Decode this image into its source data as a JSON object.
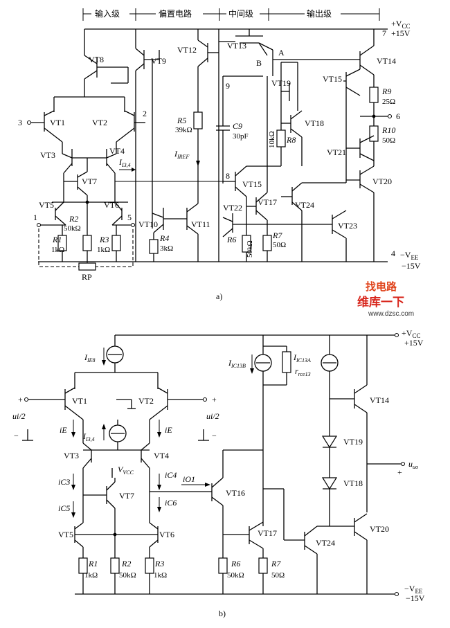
{
  "diagram_a": {
    "caption": "a)",
    "stage_headers": [
      "输入级",
      "偏置电路",
      "中间级",
      "输出级"
    ],
    "supply_pos": "+V",
    "supply_pos_sub": "CC",
    "supply_pos_val": "+15V",
    "supply_neg": "−V",
    "supply_neg_sub": "EE",
    "supply_neg_val": "−15V",
    "pins": [
      "3",
      "2",
      "1",
      "5",
      "6",
      "4",
      "7",
      "8",
      "9"
    ],
    "transistors": [
      "VT1",
      "VT2",
      "VT3",
      "VT4",
      "VT5",
      "VT6",
      "VT7",
      "VT8",
      "VT9",
      "VT10",
      "VT11",
      "VT12",
      "VT13",
      "VT14",
      "VT15",
      "VT16",
      "VT17",
      "VT18",
      "VT19",
      "VT20",
      "VT21",
      "VT22",
      "VT23",
      "VT24"
    ],
    "nodes": [
      "A",
      "B",
      "RP"
    ],
    "labels": {
      "r1": "R1",
      "r1v": "1kΩ",
      "r2": "R2",
      "r2v": "50kΩ",
      "r3": "R3",
      "r3v": "1kΩ",
      "r4": "R4",
      "r4v": "3kΩ",
      "r5": "R5",
      "r5v": "39kΩ",
      "r6": "R6",
      "r6v": "50kΩ",
      "r7": "R7",
      "r7v": "50Ω",
      "r8": "R8",
      "r8v": "10kΩ",
      "r9": "R9",
      "r9v": "25Ω",
      "r10": "R10",
      "r10v": "50Ω",
      "c9": "C9",
      "c9v": "30pF",
      "i34": "I3,4",
      "iref": "IREF"
    }
  },
  "diagram_b": {
    "caption": "b)",
    "supply_pos": "+V",
    "supply_pos_sub": "CC",
    "supply_pos_val": "+15V",
    "supply_neg": "−V",
    "supply_neg_sub": "EE",
    "supply_neg_val": "−15V",
    "transistors": [
      "VT1",
      "VT2",
      "VT3",
      "VT4",
      "VT5",
      "VT6",
      "VT7",
      "VT14",
      "VT16",
      "VT17",
      "VT18",
      "VT19",
      "VT20",
      "VT24"
    ],
    "labels": {
      "ie8": "IE8",
      "i34": "I3,4",
      "ic13b": "IC13B",
      "ic13a": "IC13A",
      "rce13": "rce13",
      "vcc_small": "VCC",
      "ui_left": "ui/2",
      "ui_right": "ui/2",
      "uo": "uo",
      "ie_l": "iE",
      "ie_r": "iE",
      "ic3": "iC3",
      "ic5": "iC5",
      "ic4": "iC4",
      "ic6": "iC6",
      "io1": "iO1",
      "r1": "R1",
      "r1v": "1kΩ",
      "r2": "R2",
      "r2v": "50kΩ",
      "r3": "R3",
      "r3v": "1kΩ",
      "r6": "R6",
      "r6v": "50kΩ",
      "r7": "R7",
      "r7v": "50Ω"
    }
  },
  "watermark": {
    "top": "找电路",
    "brand": "维库一下",
    "url": "www.dzsc.com"
  }
}
